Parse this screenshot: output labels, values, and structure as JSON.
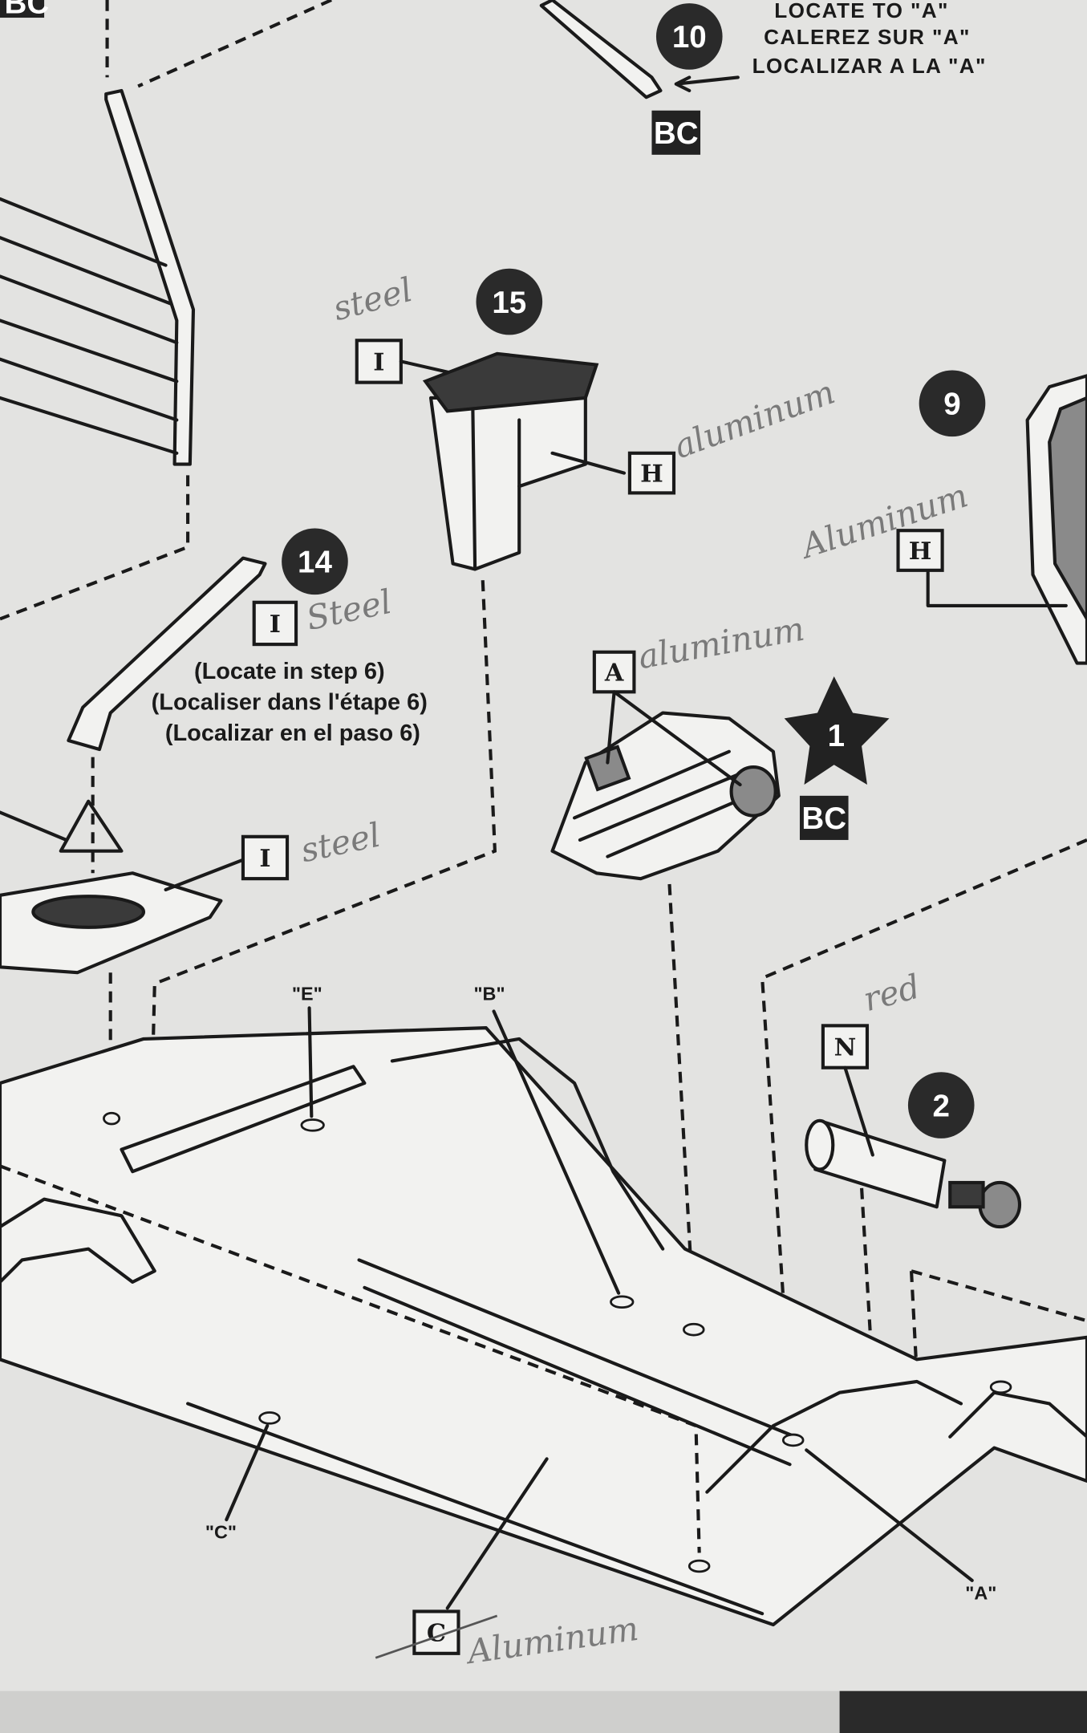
{
  "top_left_label": "BC",
  "step10": {
    "number": "10",
    "instructions": [
      "LOCATE TO \"A\"",
      "CALEREZ SUR \"A\"",
      "LOCALIZAR A LA \"A\""
    ],
    "tag": "BC"
  },
  "step15": {
    "number": "15",
    "tag_top": "I",
    "tag_side": "H",
    "note_top": "steel",
    "note_side": "aluminum"
  },
  "step9": {
    "number": "9",
    "tag": "H",
    "note": "Aluminum"
  },
  "step14": {
    "number": "14",
    "tag": "I",
    "note": "Steel",
    "locate": [
      "(Locate in step 6)",
      "(Localiser dans l'étape 6)",
      "(Localizar en el paso 6)"
    ],
    "base_tag": "I",
    "base_note": "steel"
  },
  "step1": {
    "number": "1",
    "tag": "A",
    "note": "aluminum",
    "chrome_tag": "BC"
  },
  "step2": {
    "number": "2",
    "tag": "N",
    "note": "red"
  },
  "chassis": {
    "point_e": "\"E\"",
    "point_b": "\"B\"",
    "point_c": "\"C\"",
    "point_a": "\"A\"",
    "tag": "C",
    "note": "Aluminum"
  }
}
